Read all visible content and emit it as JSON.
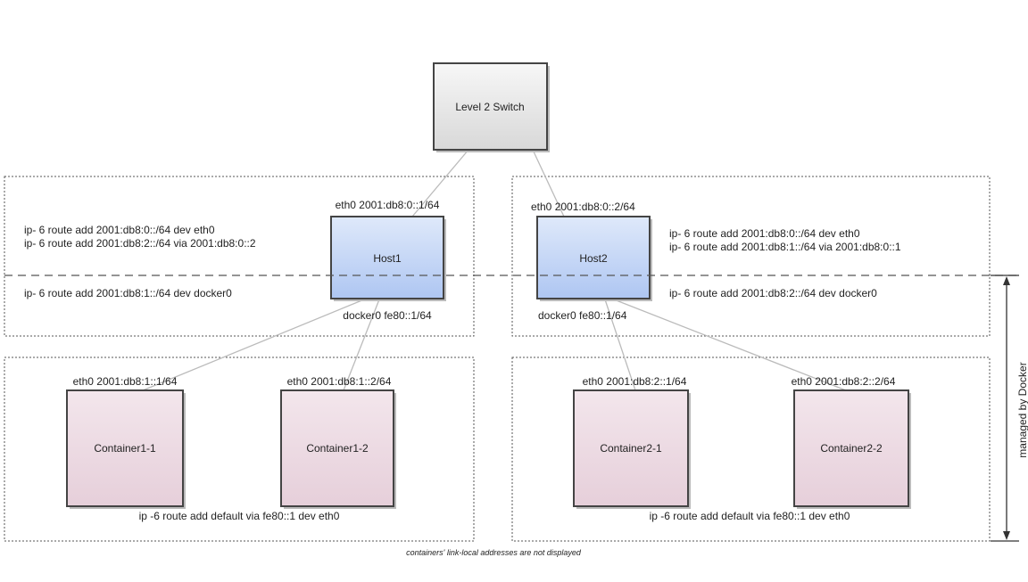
{
  "switch": {
    "label": "Level 2 Switch"
  },
  "hosts": [
    {
      "label": "Host1",
      "eth0": "eth0 2001:db8:0::1/64",
      "docker0": "docker0 fe80::1/64",
      "routes_upper": [
        "ip- 6 route add 2001:db8:0::/64 dev eth0",
        "ip- 6 route add 2001:db8:2::/64 via 2001:db8:0::2"
      ],
      "route_lower": "ip- 6 route add 2001:db8:1::/64 dev docker0"
    },
    {
      "label": "Host2",
      "eth0": "eth0 2001:db8:0::2/64",
      "docker0": "docker0 fe80::1/64",
      "routes_upper": [
        "ip- 6 route add 2001:db8:0::/64 dev eth0",
        "ip- 6 route add 2001:db8:1::/64 via 2001:db8:0::1"
      ],
      "route_lower": "ip- 6 route add 2001:db8:2::/64 dev docker0"
    }
  ],
  "containers": [
    {
      "label": "Container1-1",
      "eth0": "eth0 2001:db8:1::1/64"
    },
    {
      "label": "Container1-2",
      "eth0": "eth0 2001:db8:1::2/64"
    },
    {
      "label": "Container2-1",
      "eth0": "eth0 2001:db8:2::1/64"
    },
    {
      "label": "Container2-2",
      "eth0": "eth0 2001:db8:2::2/64"
    }
  ],
  "container_routes": [
    "ip -6 route add default via fe80::1 dev eth0",
    "ip -6 route add default via fe80::1 dev eth0"
  ],
  "managed_label": "managed by Docker",
  "footnote": "containers' link-local addresses are not displayed",
  "colors": {
    "host_top": "#dfe9fa",
    "host_bottom": "#aec6f2",
    "container_top": "#f3e6ec",
    "container_bottom": "#e6cfda",
    "switch_top": "#f7f7f7",
    "switch_bottom": "#d8d8d8"
  }
}
